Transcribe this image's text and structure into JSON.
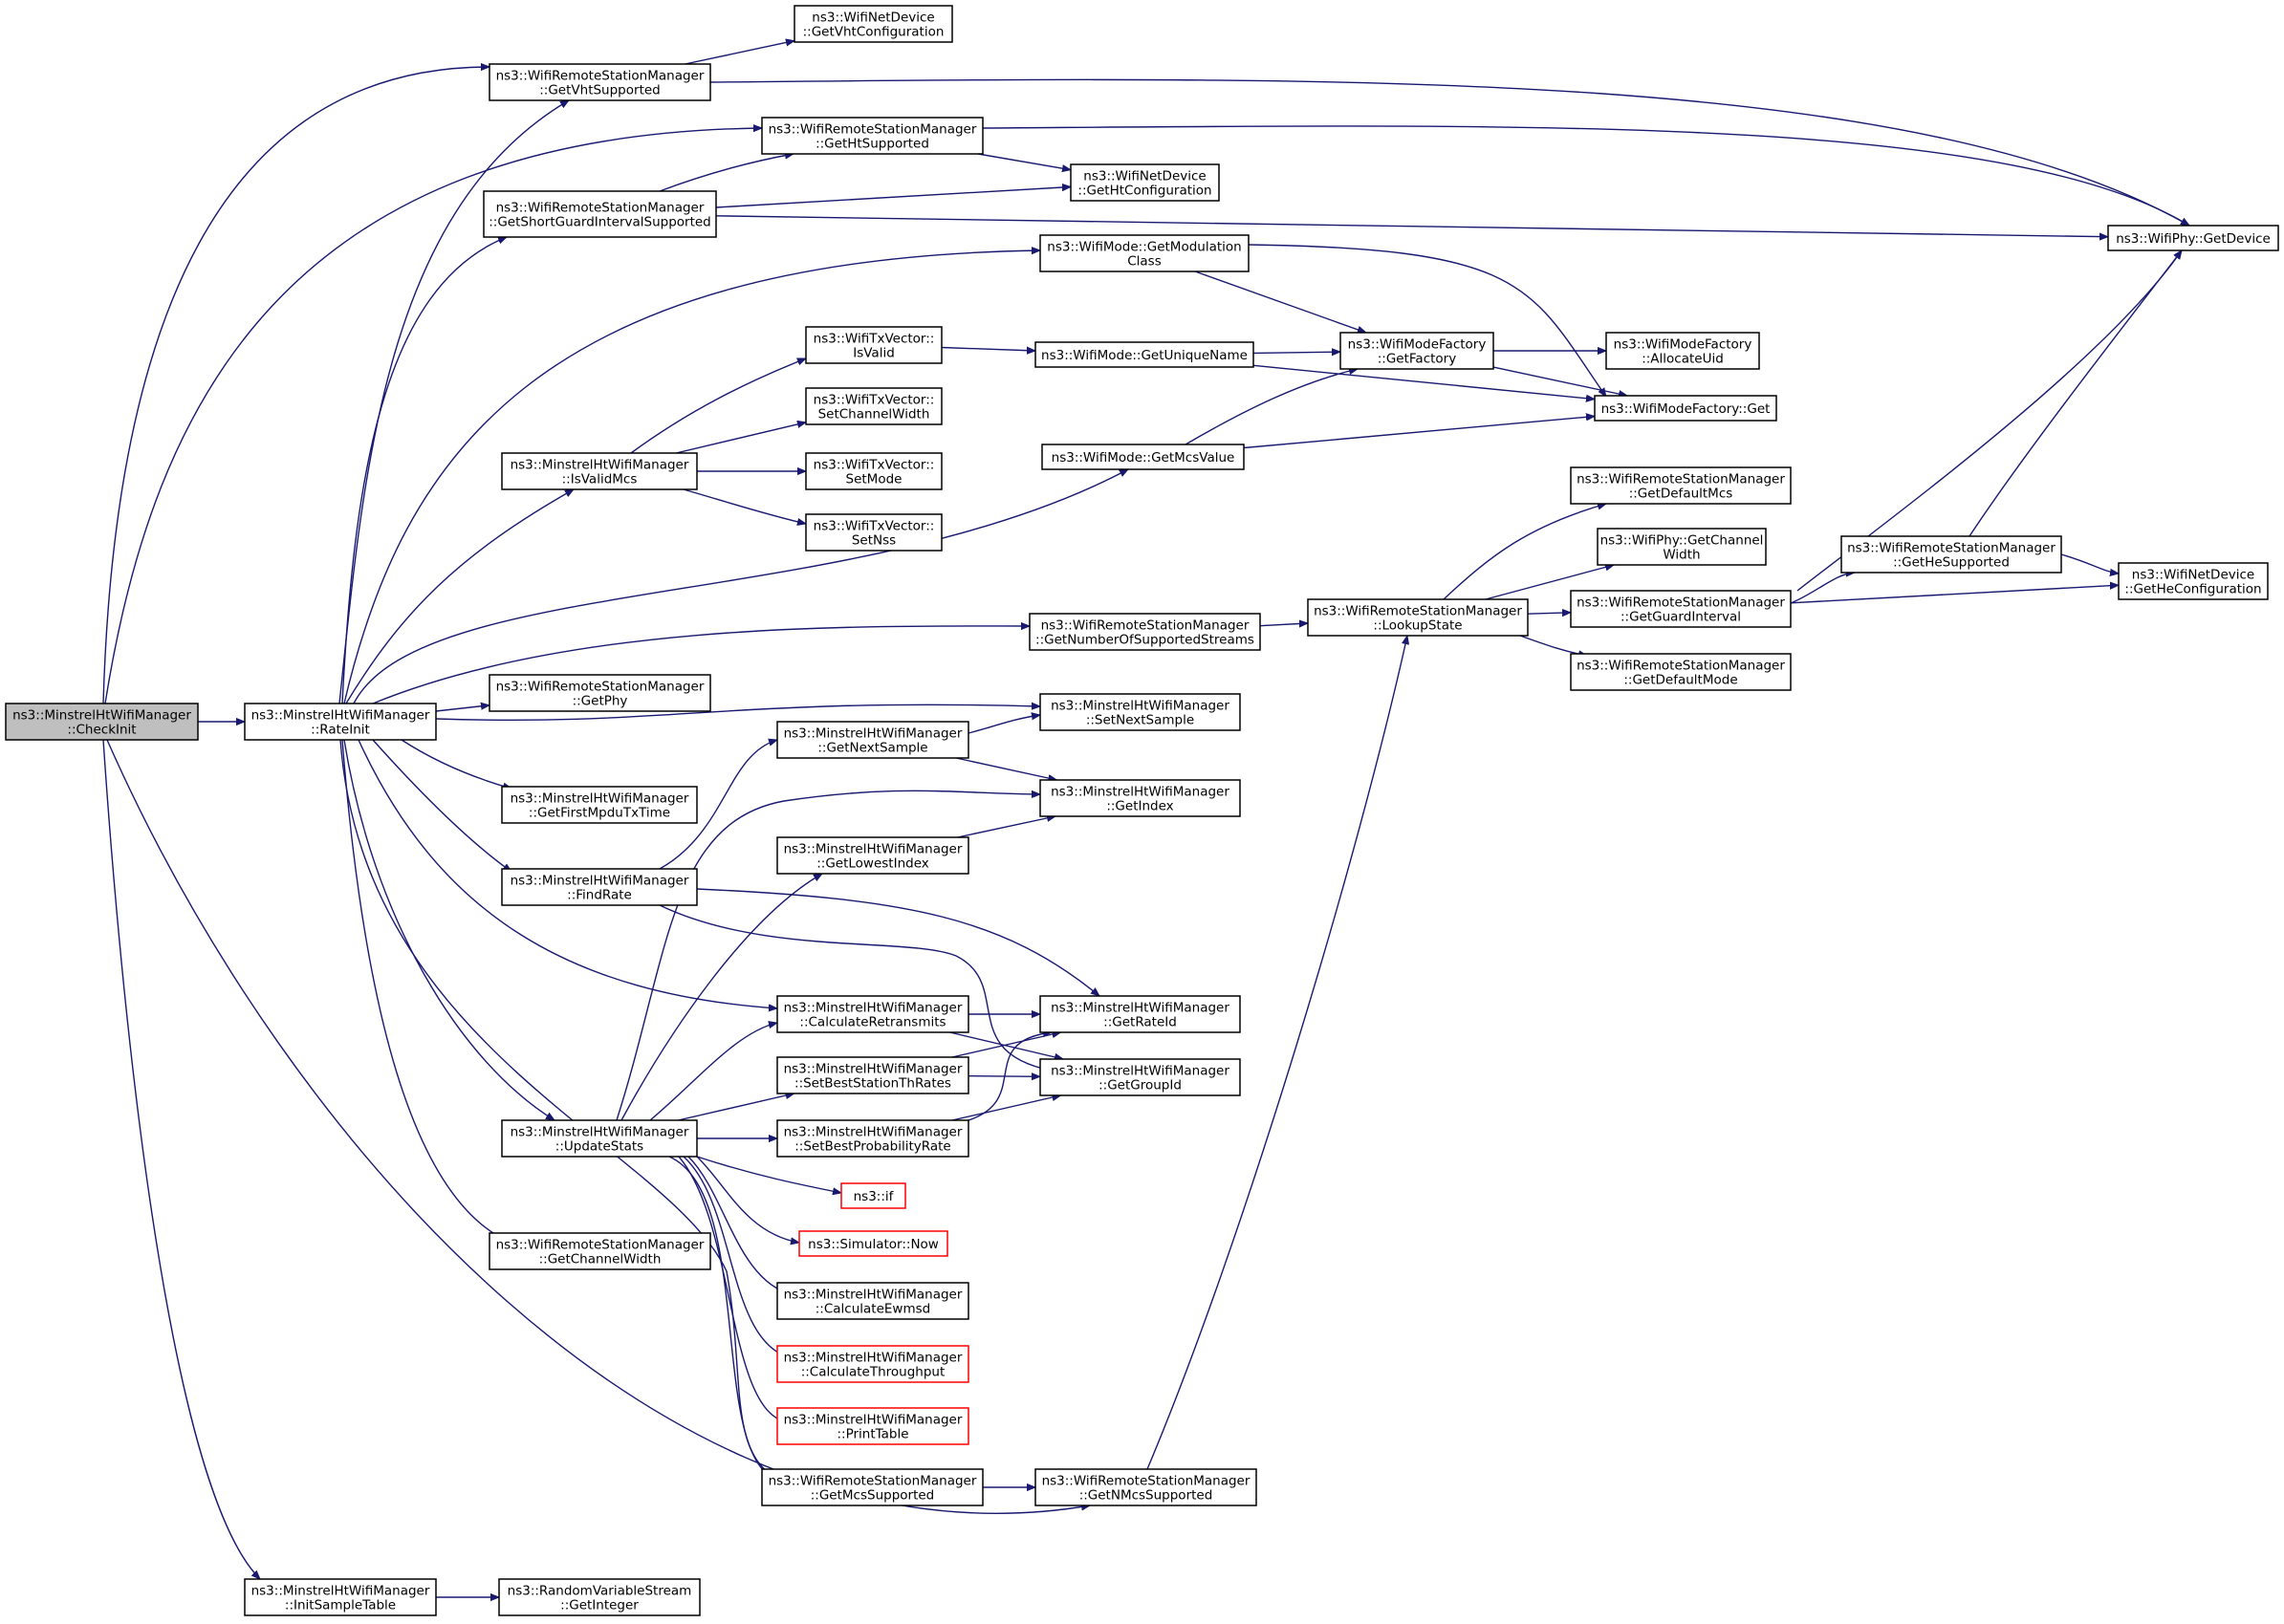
{
  "nodes": [
    {
      "id": "checkinit",
      "lines": [
        "ns3::MinstrelHtWifiManager",
        "::CheckInit"
      ],
      "style": "root"
    },
    {
      "id": "rateinit",
      "lines": [
        "ns3::MinstrelHtWifiManager",
        "::RateInit"
      ]
    },
    {
      "id": "initsample",
      "lines": [
        "ns3::MinstrelHtWifiManager",
        "::InitSampleTable"
      ]
    },
    {
      "id": "getinteger",
      "lines": [
        "ns3::RandomVariableStream",
        "::GetInteger"
      ]
    },
    {
      "id": "getvhtsupported",
      "lines": [
        "ns3::WifiRemoteStationManager",
        "::GetVhtSupported"
      ]
    },
    {
      "id": "getvhtconfig",
      "lines": [
        "ns3::WifiNetDevice",
        "::GetVhtConfiguration"
      ]
    },
    {
      "id": "gethtsupported",
      "lines": [
        "ns3::WifiRemoteStationManager",
        "::GetHtSupported"
      ]
    },
    {
      "id": "gethtconfig",
      "lines": [
        "ns3::WifiNetDevice",
        "::GetHtConfiguration"
      ]
    },
    {
      "id": "getsgi",
      "lines": [
        "ns3::WifiRemoteStationManager",
        "::GetShortGuardIntervalSupported"
      ]
    },
    {
      "id": "getdevice",
      "lines": [
        "ns3::WifiPhy::GetDevice"
      ]
    },
    {
      "id": "getmodclass",
      "lines": [
        "ns3::WifiMode::GetModulation",
        "Class"
      ]
    },
    {
      "id": "isvalid",
      "lines": [
        "ns3::WifiTxVector::",
        "IsValid"
      ]
    },
    {
      "id": "getuniquename",
      "lines": [
        "ns3::WifiMode::GetUniqueName"
      ]
    },
    {
      "id": "getfactory",
      "lines": [
        "ns3::WifiModeFactory",
        "::GetFactory"
      ]
    },
    {
      "id": "allocateuid",
      "lines": [
        "ns3::WifiModeFactory",
        "::AllocateUid"
      ]
    },
    {
      "id": "factoryget",
      "lines": [
        "ns3::WifiModeFactory::Get"
      ]
    },
    {
      "id": "setchannelwidth",
      "lines": [
        "ns3::WifiTxVector::",
        "SetChannelWidth"
      ]
    },
    {
      "id": "isvalidmcs",
      "lines": [
        "ns3::MinstrelHtWifiManager",
        "::IsValidMcs"
      ]
    },
    {
      "id": "setmode",
      "lines": [
        "ns3::WifiTxVector::",
        "SetMode"
      ]
    },
    {
      "id": "setnss",
      "lines": [
        "ns3::WifiTxVector::",
        "SetNss"
      ]
    },
    {
      "id": "getmcsvalue",
      "lines": [
        "ns3::WifiMode::GetMcsValue"
      ]
    },
    {
      "id": "getdefaultmcs",
      "lines": [
        "ns3::WifiRemoteStationManager",
        "::GetDefaultMcs"
      ]
    },
    {
      "id": "phychannelwidth",
      "lines": [
        "ns3::WifiPhy::GetChannel",
        "Width"
      ]
    },
    {
      "id": "getnss",
      "lines": [
        "ns3::WifiRemoteStationManager",
        "::GetNumberOfSupportedStreams"
      ]
    },
    {
      "id": "lookupstate",
      "lines": [
        "ns3::WifiRemoteStationManager",
        "::LookupState"
      ]
    },
    {
      "id": "getguardinterval",
      "lines": [
        "ns3::WifiRemoteStationManager",
        "::GetGuardInterval"
      ]
    },
    {
      "id": "gethesupported",
      "lines": [
        "ns3::WifiRemoteStationManager",
        "::GetHeSupported"
      ]
    },
    {
      "id": "getheconfig",
      "lines": [
        "ns3::WifiNetDevice",
        "::GetHeConfiguration"
      ]
    },
    {
      "id": "getdefaultmode",
      "lines": [
        "ns3::WifiRemoteStationManager",
        "::GetDefaultMode"
      ]
    },
    {
      "id": "getphy",
      "lines": [
        "ns3::WifiRemoteStationManager",
        "::GetPhy"
      ]
    },
    {
      "id": "setnextsample",
      "lines": [
        "ns3::MinstrelHtWifiManager",
        "::SetNextSample"
      ]
    },
    {
      "id": "getnextsample",
      "lines": [
        "ns3::MinstrelHtWifiManager",
        "::GetNextSample"
      ]
    },
    {
      "id": "getindex",
      "lines": [
        "ns3::MinstrelHtWifiManager",
        "::GetIndex"
      ]
    },
    {
      "id": "getfirstmpdu",
      "lines": [
        "ns3::MinstrelHtWifiManager",
        "::GetFirstMpduTxTime"
      ]
    },
    {
      "id": "getlowestindex",
      "lines": [
        "ns3::MinstrelHtWifiManager",
        "::GetLowestIndex"
      ]
    },
    {
      "id": "findrate",
      "lines": [
        "ns3::MinstrelHtWifiManager",
        "::FindRate"
      ]
    },
    {
      "id": "calcretransmits",
      "lines": [
        "ns3::MinstrelHtWifiManager",
        "::CalculateRetransmits"
      ]
    },
    {
      "id": "getrateid",
      "lines": [
        "ns3::MinstrelHtWifiManager",
        "::GetRateId"
      ]
    },
    {
      "id": "setbeststation",
      "lines": [
        "ns3::MinstrelHtWifiManager",
        "::SetBestStationThRates"
      ]
    },
    {
      "id": "getgroupid",
      "lines": [
        "ns3::MinstrelHtWifiManager",
        "::GetGroupId"
      ]
    },
    {
      "id": "updatestats",
      "lines": [
        "ns3::MinstrelHtWifiManager",
        "::UpdateStats"
      ]
    },
    {
      "id": "setbestprob",
      "lines": [
        "ns3::MinstrelHtWifiManager",
        "::SetBestProbabilityRate"
      ]
    },
    {
      "id": "nsif",
      "lines": [
        "ns3::if"
      ],
      "style": "red"
    },
    {
      "id": "simnow",
      "lines": [
        "ns3::Simulator::Now"
      ],
      "style": "red"
    },
    {
      "id": "getchannelwidth",
      "lines": [
        "ns3::WifiRemoteStationManager",
        "::GetChannelWidth"
      ]
    },
    {
      "id": "calcewmsd",
      "lines": [
        "ns3::MinstrelHtWifiManager",
        "::CalculateEwmsd"
      ]
    },
    {
      "id": "calcthroughput",
      "lines": [
        "ns3::MinstrelHtWifiManager",
        "::CalculateThroughput"
      ],
      "style": "red"
    },
    {
      "id": "printtable",
      "lines": [
        "ns3::MinstrelHtWifiManager",
        "::PrintTable"
      ],
      "style": "red"
    },
    {
      "id": "getmcssupported",
      "lines": [
        "ns3::WifiRemoteStationManager",
        "::GetMcsSupported"
      ]
    },
    {
      "id": "getnmcssupported",
      "lines": [
        "ns3::WifiRemoteStationManager",
        "::GetNMcsSupported"
      ]
    }
  ],
  "edges": [
    {
      "from": "checkinit",
      "to": "rateinit"
    },
    {
      "from": "checkinit",
      "to": "getvhtsupported"
    },
    {
      "from": "checkinit",
      "to": "gethtsupported"
    },
    {
      "from": "checkinit",
      "to": "initsample"
    },
    {
      "from": "checkinit",
      "to": "getnmcssupported"
    },
    {
      "from": "initsample",
      "to": "getinteger"
    },
    {
      "from": "getvhtsupported",
      "to": "getvhtconfig"
    },
    {
      "from": "getvhtsupported",
      "to": "getdevice"
    },
    {
      "from": "gethtsupported",
      "to": "gethtconfig"
    },
    {
      "from": "gethtsupported",
      "to": "getdevice"
    },
    {
      "from": "getsgi",
      "to": "gethtsupported"
    },
    {
      "from": "getsgi",
      "to": "gethtconfig"
    },
    {
      "from": "getsgi",
      "to": "getdevice"
    },
    {
      "from": "rateinit",
      "to": "getvhtsupported"
    },
    {
      "from": "rateinit",
      "to": "getsgi"
    },
    {
      "from": "rateinit",
      "to": "getmodclass"
    },
    {
      "from": "rateinit",
      "to": "isvalidmcs"
    },
    {
      "from": "rateinit",
      "to": "getmcsvalue"
    },
    {
      "from": "rateinit",
      "to": "getnss"
    },
    {
      "from": "rateinit",
      "to": "getphy"
    },
    {
      "from": "rateinit",
      "to": "setnextsample"
    },
    {
      "from": "rateinit",
      "to": "getfirstmpdu"
    },
    {
      "from": "rateinit",
      "to": "findrate"
    },
    {
      "from": "rateinit",
      "to": "calcretransmits"
    },
    {
      "from": "rateinit",
      "to": "updatestats"
    },
    {
      "from": "rateinit",
      "to": "getchannelwidth"
    },
    {
      "from": "rateinit",
      "to": "getmcssupported"
    },
    {
      "from": "getmodclass",
      "to": "getfactory"
    },
    {
      "from": "getmodclass",
      "to": "factoryget"
    },
    {
      "from": "isvalid",
      "to": "getuniquename"
    },
    {
      "from": "getuniquename",
      "to": "getfactory"
    },
    {
      "from": "getuniquename",
      "to": "factoryget"
    },
    {
      "from": "getfactory",
      "to": "allocateuid"
    },
    {
      "from": "getfactory",
      "to": "factoryget"
    },
    {
      "from": "getmcsvalue",
      "to": "getfactory"
    },
    {
      "from": "getmcsvalue",
      "to": "factoryget"
    },
    {
      "from": "isvalidmcs",
      "to": "isvalid"
    },
    {
      "from": "isvalidmcs",
      "to": "setchannelwidth"
    },
    {
      "from": "isvalidmcs",
      "to": "setmode"
    },
    {
      "from": "isvalidmcs",
      "to": "setnss"
    },
    {
      "from": "getnss",
      "to": "lookupstate"
    },
    {
      "from": "lookupstate",
      "to": "getdefaultmcs"
    },
    {
      "from": "lookupstate",
      "to": "phychannelwidth"
    },
    {
      "from": "lookupstate",
      "to": "getguardinterval"
    },
    {
      "from": "lookupstate",
      "to": "getdefaultmode"
    },
    {
      "from": "getguardinterval",
      "to": "gethesupported"
    },
    {
      "from": "getguardinterval",
      "to": "getheconfig"
    },
    {
      "from": "getguardinterval",
      "to": "getdevice"
    },
    {
      "from": "gethesupported",
      "to": "getdevice"
    },
    {
      "from": "gethesupported",
      "to": "getheconfig"
    },
    {
      "from": "getnextsample",
      "to": "setnextsample"
    },
    {
      "from": "getnextsample",
      "to": "getindex"
    },
    {
      "from": "getlowestindex",
      "to": "getindex"
    },
    {
      "from": "findrate",
      "to": "getnextsample"
    },
    {
      "from": "findrate",
      "to": "getrateid"
    },
    {
      "from": "findrate",
      "to": "getgroupid"
    },
    {
      "from": "calcretransmits",
      "to": "getrateid"
    },
    {
      "from": "calcretransmits",
      "to": "getgroupid"
    },
    {
      "from": "setbeststation",
      "to": "getrateid"
    },
    {
      "from": "setbeststation",
      "to": "getgroupid"
    },
    {
      "from": "setbestprob",
      "to": "getrateid"
    },
    {
      "from": "setbestprob",
      "to": "getgroupid"
    },
    {
      "from": "updatestats",
      "to": "getindex"
    },
    {
      "from": "updatestats",
      "to": "getlowestindex"
    },
    {
      "from": "updatestats",
      "to": "calcretransmits"
    },
    {
      "from": "updatestats",
      "to": "setbeststation"
    },
    {
      "from": "updatestats",
      "to": "setbestprob"
    },
    {
      "from": "updatestats",
      "to": "nsif"
    },
    {
      "from": "updatestats",
      "to": "simnow"
    },
    {
      "from": "updatestats",
      "to": "calcewmsd"
    },
    {
      "from": "updatestats",
      "to": "calcthroughput"
    },
    {
      "from": "updatestats",
      "to": "printtable"
    },
    {
      "from": "updatestats",
      "to": "getmcssupported"
    },
    {
      "from": "getmcssupported",
      "to": "getnmcssupported"
    },
    {
      "from": "getnmcssupported",
      "to": "lookupstate"
    }
  ]
}
